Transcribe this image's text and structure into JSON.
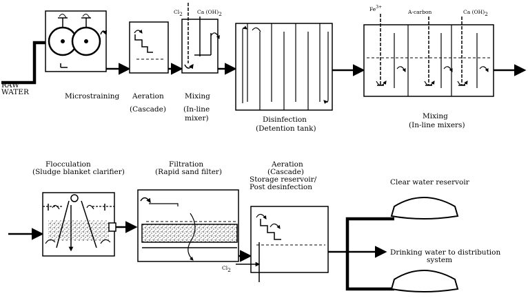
{
  "inputs": {
    "raw_line1": "RAW",
    "raw_line2": "WATER"
  },
  "stages_top": {
    "microstraining": "Microstraining",
    "aeration": "Aeration",
    "aeration_sub": "(Cascade)",
    "mixing": "Mixing",
    "mixing_sub1": "(In-line",
    "mixing_sub2": "mixer)",
    "disinfection": "Disinfection",
    "disinfection_sub": "(Detention tank)",
    "mixing2": "Mixing",
    "mixing2_sub": "(In-line mixers)"
  },
  "chemicals": {
    "cl2_top": "Cl",
    "caoh2_top": "Ca (OH)",
    "fe3": "Fe",
    "fe3_sup": "3+",
    "a_carbon": "A-carbon",
    "caoh2_right": "Ca (OH)",
    "cl2_bottom": "Cl",
    "subscript_2": "2"
  },
  "stages_bottom": {
    "flocculation": "Flocculation",
    "flocculation_sub": "(Sludge blanket clarifier)",
    "filtration": "Filtration",
    "filtration_sub": "(Rapid sand filter)",
    "aeration2": "Aeration",
    "aeration2_sub": "(Cascade)",
    "storage_line1": "Storage reservoir/",
    "storage_line2": "Post desinfection",
    "clear_water": "Clear water reservoir",
    "drinking_line1": "Drinking water to distribution",
    "drinking_line2": "system"
  }
}
